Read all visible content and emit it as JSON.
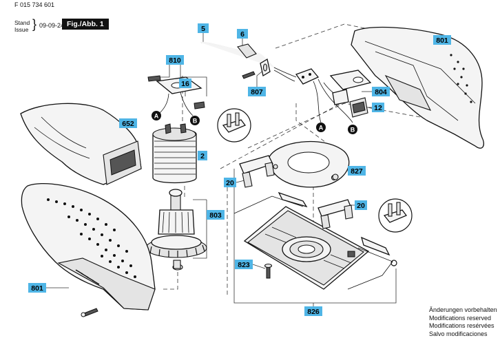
{
  "header": {
    "doc_code": "F 015 734 601",
    "stand": "Stand",
    "issue": "Issue",
    "date": "09-09-24",
    "figure": "Fig./Abb. 1"
  },
  "notes": [
    "Änderungen vorbehalten",
    "Modifications reserved",
    "Modifications resérvées",
    "Salvo modificaciones"
  ],
  "parts": {
    "p5": "5",
    "p6": "6",
    "p801a": "801",
    "p801b": "801",
    "p810": "810",
    "p16": "16",
    "p807": "807",
    "p804": "804",
    "p12": "12",
    "p652": "652",
    "p2": "2",
    "p827": "827",
    "p20a": "20",
    "p20b": "20",
    "p803": "803",
    "p823": "823",
    "p826": "826"
  },
  "markers": {
    "a1": "A",
    "b1": "B",
    "a2": "A",
    "b2": "B"
  }
}
